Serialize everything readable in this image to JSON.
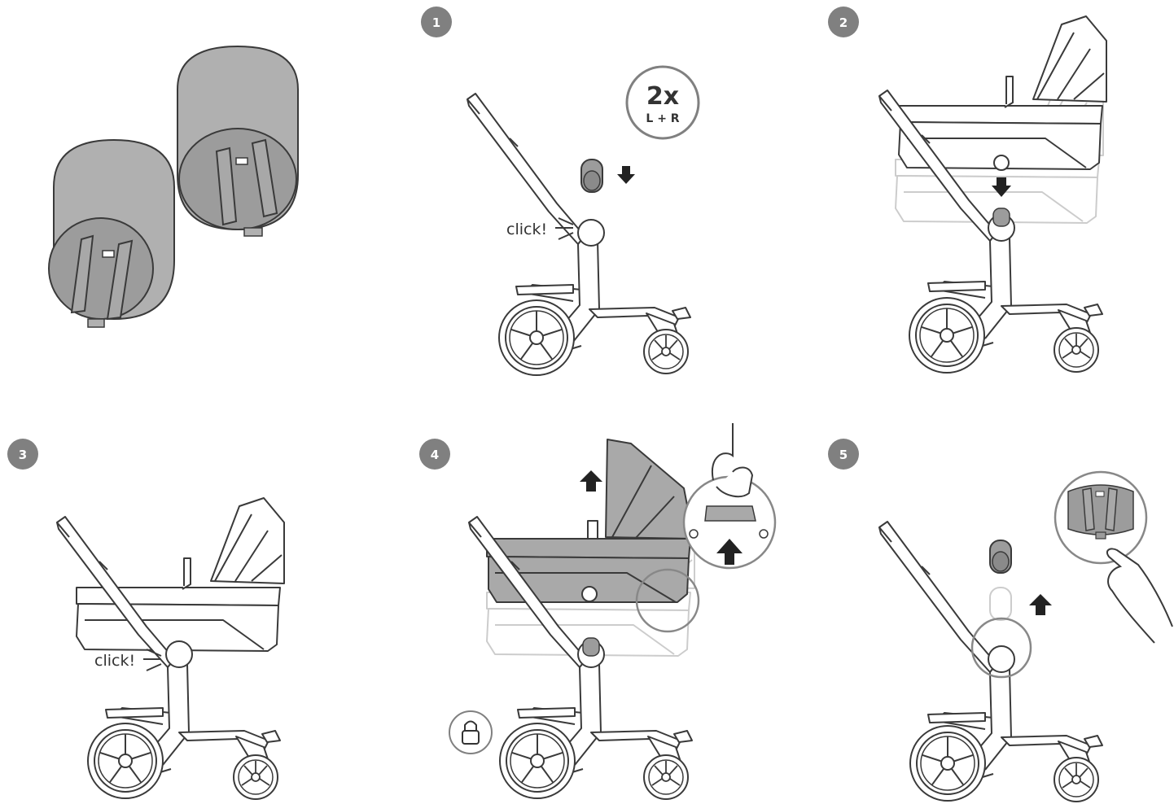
{
  "steps": [
    {
      "number": "1",
      "click_label": "click!",
      "repeat_main": "2x",
      "repeat_sub": "L + R"
    },
    {
      "number": "2"
    },
    {
      "number": "3",
      "click_label": "click!"
    },
    {
      "number": "4"
    },
    {
      "number": "5"
    }
  ],
  "icons": {
    "adapters": "carrycot-adapter-pair",
    "arrow": "arrow-icon",
    "lock": "lock-icon",
    "hand": "hand-icon"
  },
  "colors": {
    "line": "#3a3a3a",
    "fill_gray": "#a9a9a9",
    "badge": "#808080",
    "faded": "#d8d8d8"
  }
}
